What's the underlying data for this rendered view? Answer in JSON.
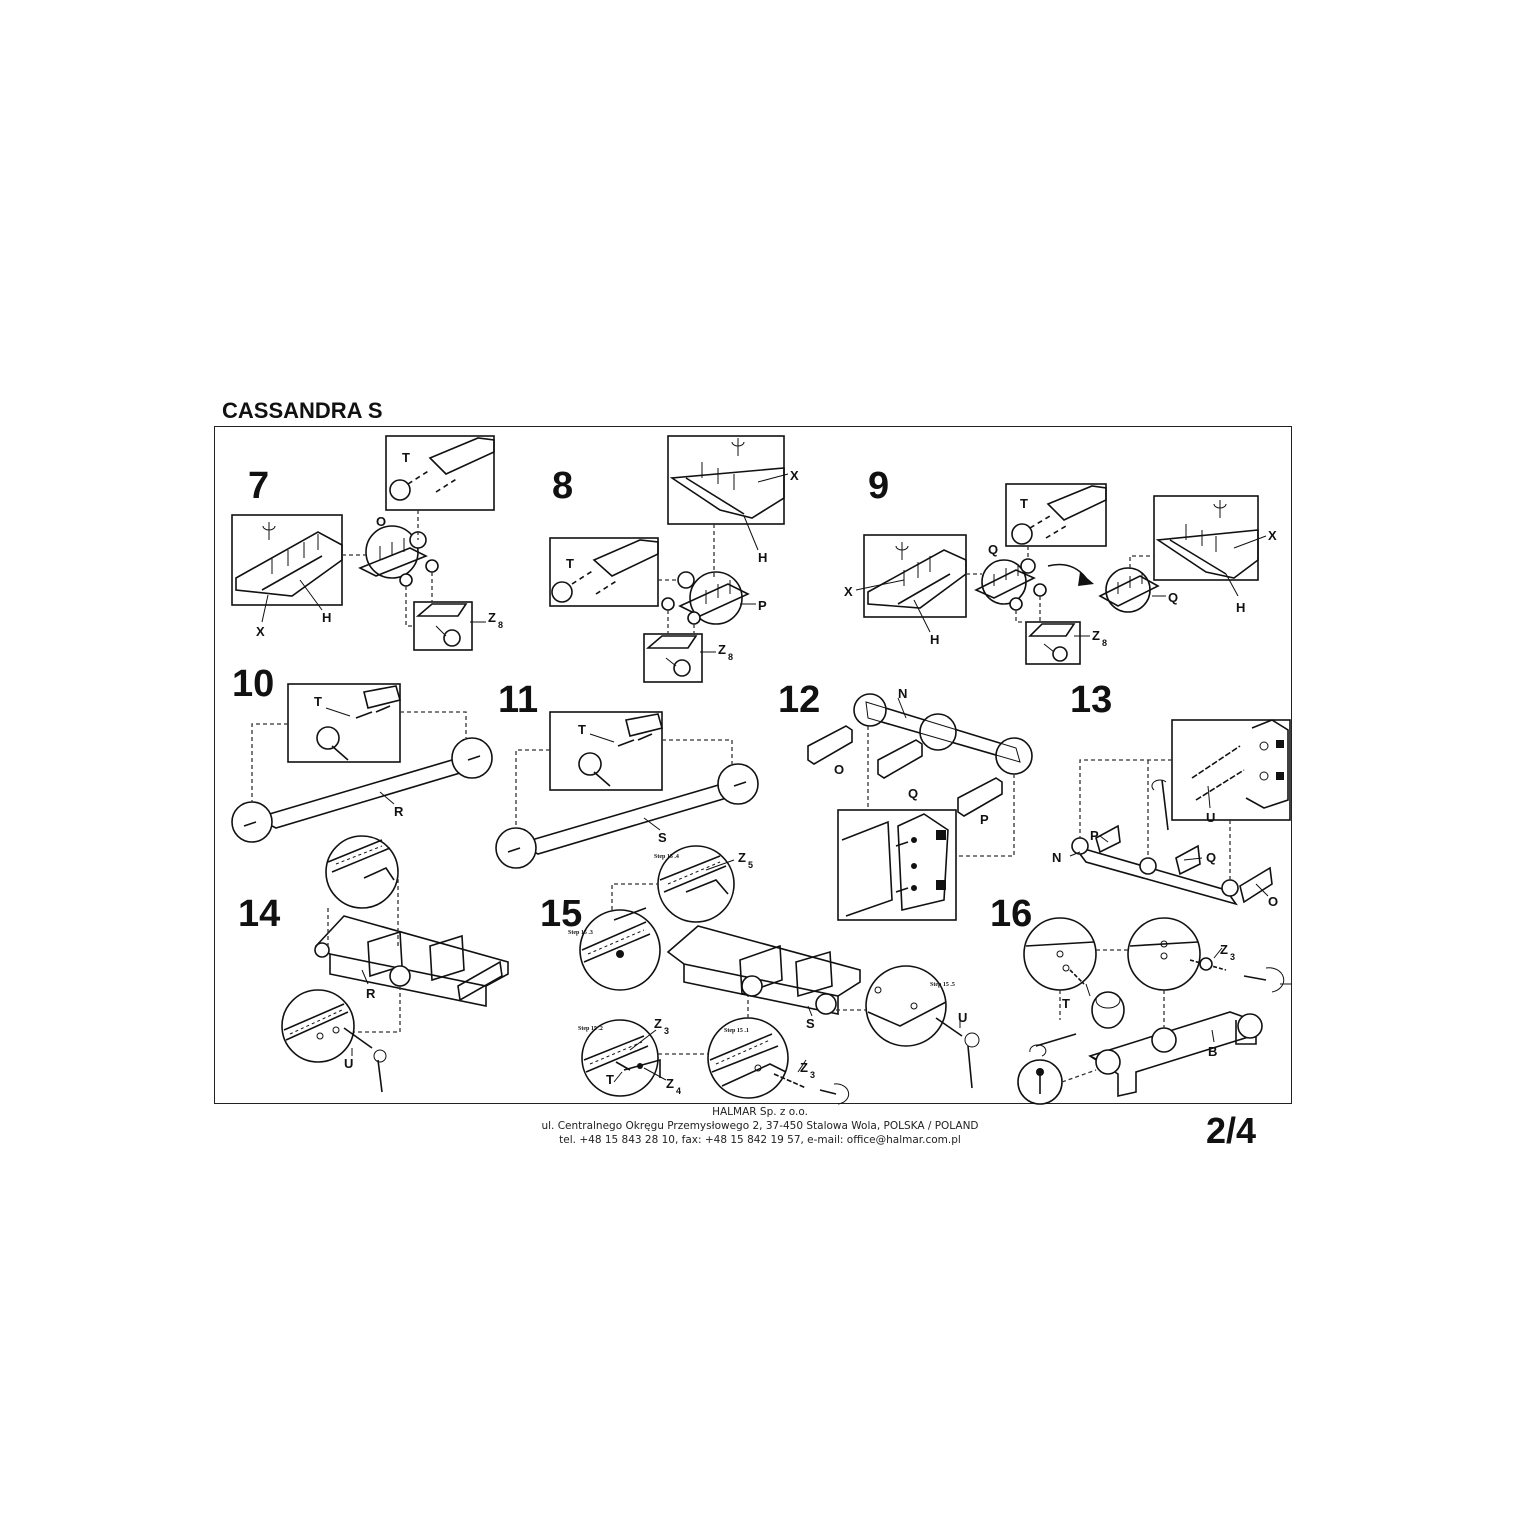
{
  "document": {
    "title": "CASSANDRA S",
    "page_number": "2/4",
    "footer": {
      "company": "HALMAR Sp. z o.o.",
      "address": "ul. Centralnego Okręgu Przemysłowego 2, 37-450 Stalowa Wola, POLSKA / POLAND",
      "contact": "tel. +48 15 843 28 10, fax: +48 15 842 19 57, e-mail: office@halmar.com.pl"
    }
  },
  "steps": {
    "s7": {
      "number": "7",
      "labels": {
        "t": "T",
        "o": "O",
        "x": "X",
        "h": "H",
        "z": "Z",
        "z_sub": "8"
      }
    },
    "s8": {
      "number": "8",
      "labels": {
        "x": "X",
        "h": "H",
        "t": "T",
        "p": "P",
        "z": "Z",
        "z_sub": "8"
      }
    },
    "s9": {
      "number": "9",
      "labels": {
        "t": "T",
        "q": "Q",
        "x": "X",
        "x2": "X",
        "h": "H",
        "h2": "H",
        "q2": "Q",
        "z": "Z",
        "z_sub": "8"
      }
    },
    "s10": {
      "number": "10",
      "labels": {
        "t": "T",
        "r": "R"
      }
    },
    "s11": {
      "number": "11",
      "labels": {
        "t": "T",
        "s": "S"
      }
    },
    "s12": {
      "number": "12",
      "labels": {
        "n": "N",
        "o": "O",
        "q": "Q",
        "p": "P"
      }
    },
    "s13": {
      "number": "13",
      "labels": {
        "u": "U",
        "p": "P",
        "n": "N",
        "q": "Q",
        "o": "O"
      }
    },
    "s14": {
      "number": "14",
      "labels": {
        "r": "R",
        "u": "U"
      }
    },
    "s15": {
      "number": "15",
      "labels": {
        "step154": "Step 15 .4",
        "z5": "Z",
        "z5_sub": "5",
        "step153": "Step 15 .3",
        "step155": "Step 15 .5",
        "u": "U",
        "step152": "Step 15 .2",
        "z3a": "Z",
        "z3a_sub": "3",
        "t": "T",
        "z4": "Z",
        "z4_sub": "4",
        "step151": "Step 15 .1",
        "z3b": "Z",
        "z3b_sub": "3",
        "s": "S"
      }
    },
    "s16": {
      "number": "16",
      "labels": {
        "z3": "Z",
        "z3_sub": "3",
        "t": "T",
        "b": "B"
      }
    }
  }
}
